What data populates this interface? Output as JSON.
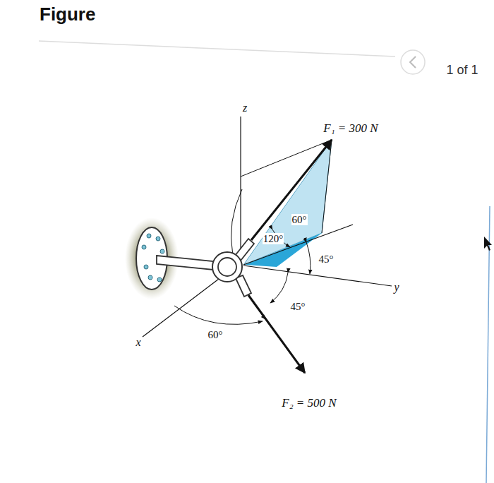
{
  "diagram": {
    "title": "Figure",
    "labels": [
      "1 of 1",
      "z",
      "F₁ = 300 N",
      "60°",
      "120°",
      "45°",
      "45°",
      "x",
      "60°",
      "y",
      "F₂ = 500 N"
    ]
  }
}
